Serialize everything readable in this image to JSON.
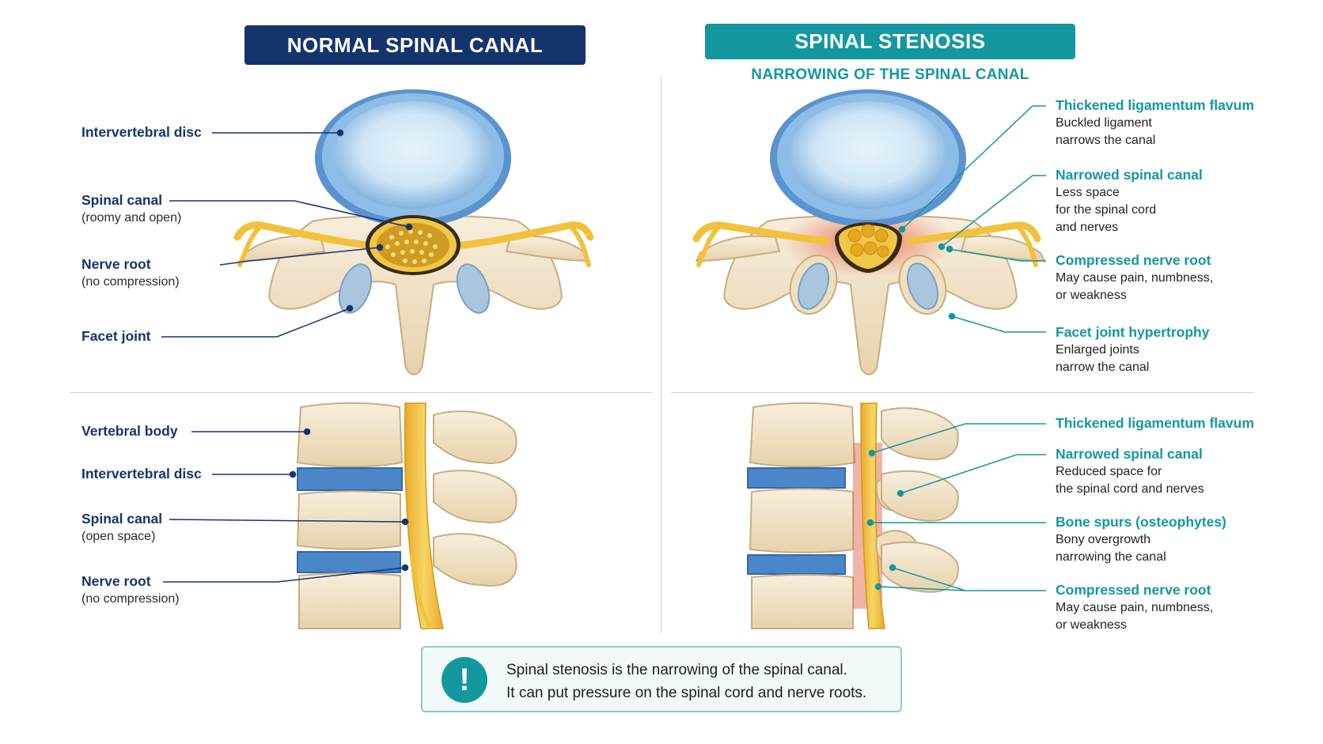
{
  "left_panel": {
    "title": "NORMAL SPINAL CANAL",
    "top_labels": [
      {
        "title": "Intervertebral disc",
        "desc": ""
      },
      {
        "title": "Spinal canal",
        "desc": "(roomy and open)"
      },
      {
        "title": "Nerve root",
        "desc": "(no compression)"
      },
      {
        "title": "Facet joint",
        "desc": ""
      }
    ],
    "bottom_labels": [
      {
        "title": "Vertebral body",
        "desc": ""
      },
      {
        "title": "Intervertebral disc",
        "desc": ""
      },
      {
        "title": "Spinal canal",
        "desc": "(open space)"
      },
      {
        "title": "Nerve root",
        "desc": "(no compression)"
      }
    ]
  },
  "right_panel": {
    "title": "SPINAL STENOSIS",
    "subtitle": "NARROWING OF THE SPINAL CANAL",
    "top_labels": [
      {
        "title": "Thickened ligamentum flavum",
        "desc1": "Buckled ligament",
        "desc2": "narrows the canal",
        "desc3": ""
      },
      {
        "title": "Narrowed spinal canal",
        "desc1": "Less space",
        "desc2": "for the spinal cord",
        "desc3": "and nerves"
      },
      {
        "title": "Compressed nerve root",
        "desc1": "May cause pain, numbness,",
        "desc2": "or weakness",
        "desc3": ""
      },
      {
        "title": "Facet joint hypertrophy",
        "desc1": "Enlarged joints",
        "desc2": "narrow the canal",
        "desc3": ""
      }
    ],
    "bottom_labels": [
      {
        "title": "Thickened ligamentum flavum",
        "desc1": "",
        "desc2": ""
      },
      {
        "title": "Narrowed spinal canal",
        "desc1": "Reduced space for",
        "desc2": "the spinal cord and nerves"
      },
      {
        "title": "Bone spurs (osteophytes)",
        "desc1": "Bony overgrowth",
        "desc2": "narrowing the canal"
      },
      {
        "title": "Compressed nerve root",
        "desc1": "May cause pain, numbness,",
        "desc2": "or weakness"
      }
    ]
  },
  "note": {
    "icon": "exclamation-icon",
    "line1": "Spinal stenosis is the narrowing of the spinal canal.",
    "line2": "It can put pressure on the spinal cord and nerve roots."
  },
  "colors": {
    "navy": "#14346e",
    "teal": "#15979f",
    "bone": "#f1e2c4",
    "disc": "#4a86c8",
    "nerve": "#f2c13a",
    "inflamed": "#e0563a"
  }
}
